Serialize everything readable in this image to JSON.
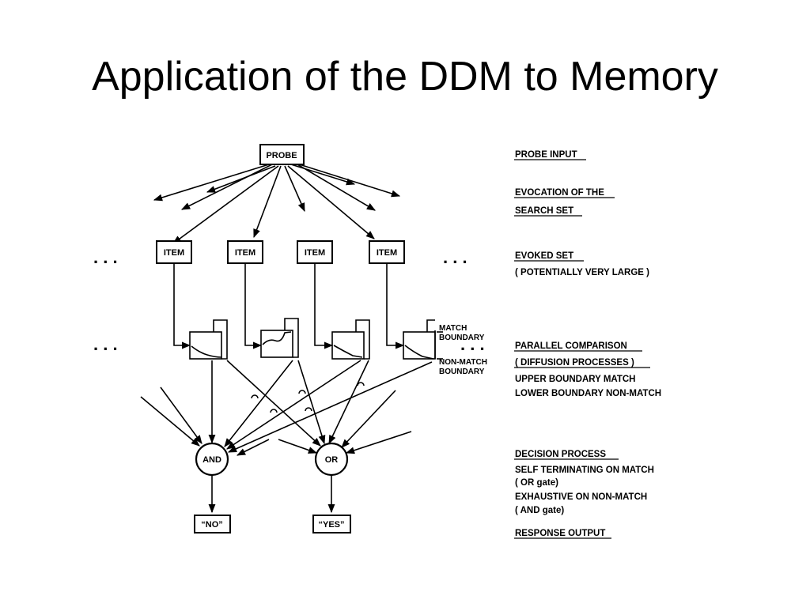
{
  "title": "Application of the DDM to Memory",
  "diagram": {
    "probe_label": "PROBE",
    "item_labels": [
      "ITEM",
      "ITEM",
      "ITEM",
      "ITEM"
    ],
    "ellipsis": ". . .",
    "match_boundary_label": [
      "MATCH",
      "BOUNDARY"
    ],
    "non_match_boundary_label": [
      "NON-MATCH",
      "BOUNDARY"
    ],
    "and_gate_label": "AND",
    "or_gate_label": "OR",
    "no_response_label": "“NO”",
    "yes_response_label": "“YES”"
  },
  "annotations": {
    "probe_input": "PROBE INPUT",
    "evocation": [
      "EVOCATION OF THE",
      "SEARCH SET"
    ],
    "evoked_set": "EVOKED SET",
    "evoked_set_note": "( POTENTIALLY VERY LARGE )",
    "parallel_comparison": "PARALLEL COMPARISON",
    "diffusion_processes": "( DIFFUSION PROCESSES )",
    "upper_boundary": "UPPER BOUNDARY MATCH",
    "lower_boundary": "LOWER BOUNDARY NON-MATCH",
    "decision_process": "DECISION PROCESS",
    "self_terminating": "SELF TERMINATING ON MATCH",
    "or_gate_note": "( OR gate)",
    "exhaustive": "EXHAUSTIVE ON NON-MATCH",
    "and_gate_note": "( AND gate)",
    "response_output": "RESPONSE OUTPUT"
  }
}
